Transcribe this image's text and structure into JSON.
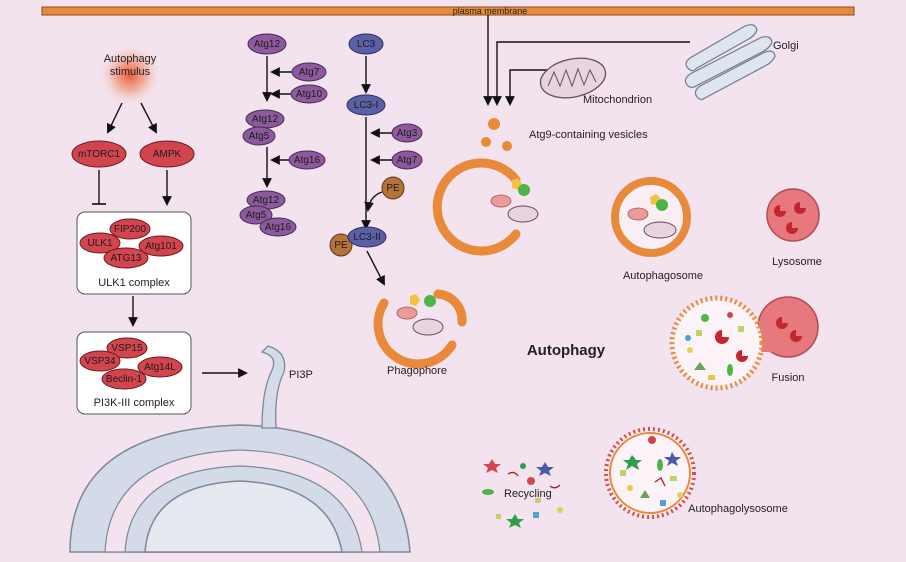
{
  "labels": {
    "plasma_membrane": "plasma membrane",
    "golgi": "Golgi",
    "mitochondrion": "Mitochondrion",
    "atg9_vesicles": "Atg9-containing vesicles",
    "autophagy_stimulus_line1": "Autophagy",
    "autophagy_stimulus_line2": "stimulus",
    "mtorc1": "mTORC1",
    "ampk": "AMPK",
    "ulk1_complex": "ULK1 complex",
    "pi3k_complex": "PI3K-III complex",
    "pi3p": "PI3P",
    "phagophore": "Phagophore",
    "autophagosome": "Autophagosome",
    "lysosome": "Lysosome",
    "fusion": "Fusion",
    "autophagy": "Autophagy",
    "recycling": "Recycling",
    "autophagolysosome": "Autophagolysosome"
  },
  "ulk1_members": {
    "fip200": "FIP200",
    "ulk1": "ULK1",
    "atg101": "Atg101",
    "atg13": "ATG13"
  },
  "pi3k_members": {
    "vsp15": "VSP15",
    "vsp34": "VSP34",
    "atg14l": "Atg14L",
    "beclin1": "Beclin-1"
  },
  "atg12_pathway": {
    "atg12_top": "Atg12",
    "atg7": "Atg7",
    "atg10": "Atg10",
    "atg12_mid": "Atg12",
    "atg5_mid": "Atg5",
    "atg16_side": "Atg16",
    "atg12_bottom": "Atg12",
    "atg5_bottom": "Atg5",
    "atg16_bottom": "Atg16"
  },
  "lc3_pathway": {
    "lc3": "LC3",
    "lc3_i": "LC3-I",
    "atg3": "Atg3",
    "atg7": "Atg7",
    "pe_side": "PE",
    "pe_bound": "PE",
    "lc3_ii": "LC3-II"
  },
  "colors": {
    "background": "#f3e3ee",
    "membrane": "#e98a3a",
    "red_protein": "#d2454f",
    "purple_protein": "#8d5a9e",
    "blue_protein": "#5b5fa5",
    "pe": "#b5733c",
    "nucleus": "#e6e8ef",
    "er": "#d3dbe8"
  }
}
